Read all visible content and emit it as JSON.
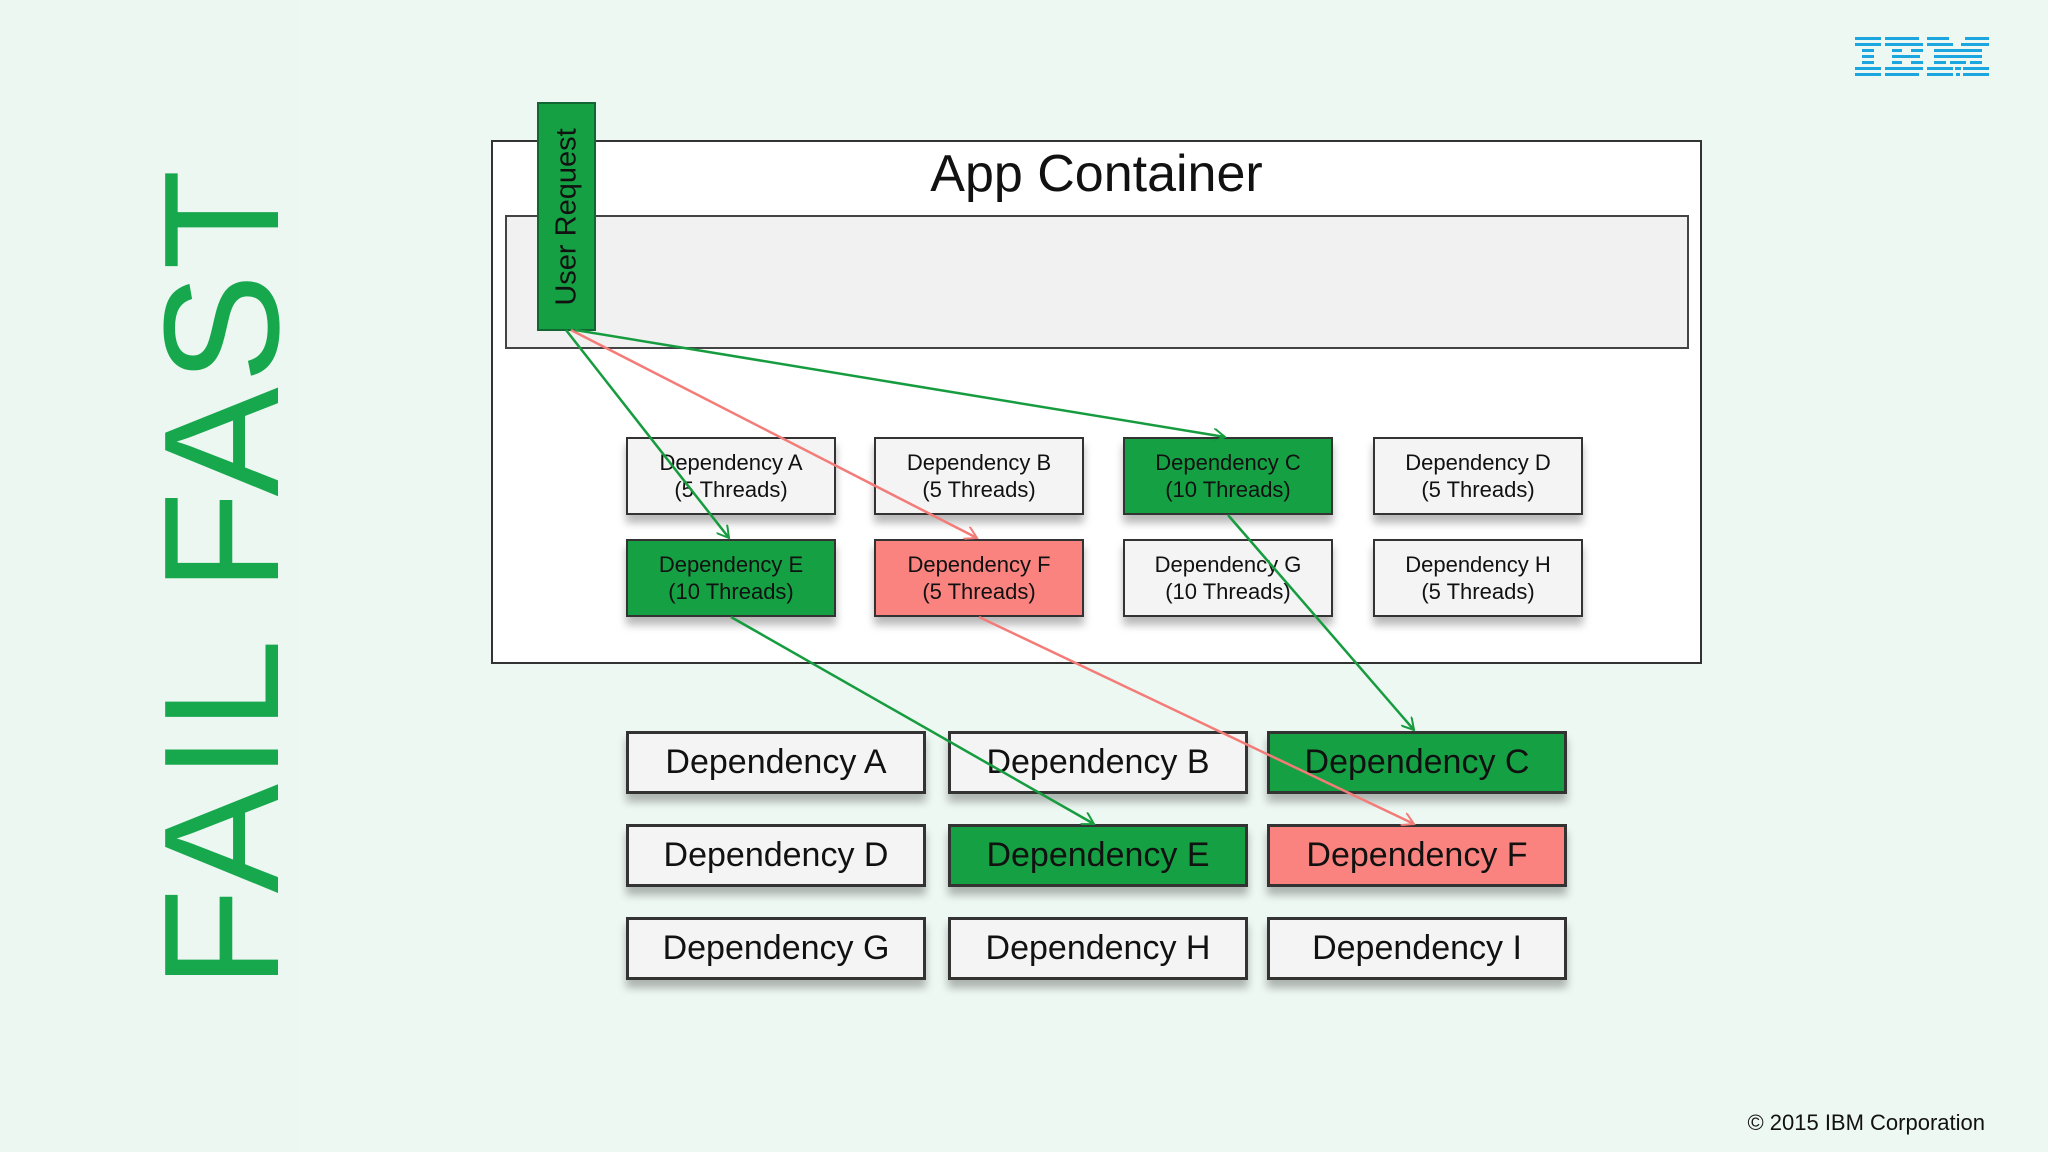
{
  "side_title": "FAIL FAST",
  "container_title": "App Container",
  "user_request": "User Request",
  "thread_pools": [
    {
      "name": "Dependency A",
      "threads": "(5 Threads)",
      "state": "white"
    },
    {
      "name": "Dependency B",
      "threads": "(5 Threads)",
      "state": "white"
    },
    {
      "name": "Dependency C",
      "threads": "(10 Threads)",
      "state": "green"
    },
    {
      "name": "Dependency D",
      "threads": "(5 Threads)",
      "state": "white"
    },
    {
      "name": "Dependency E",
      "threads": "(10 Threads)",
      "state": "green"
    },
    {
      "name": "Dependency F",
      "threads": "(5 Threads)",
      "state": "pink"
    },
    {
      "name": "Dependency G",
      "threads": "(10 Threads)",
      "state": "white"
    },
    {
      "name": "Dependency H",
      "threads": "(5 Threads)",
      "state": "white"
    }
  ],
  "dependencies": [
    {
      "name": "Dependency A",
      "state": "white"
    },
    {
      "name": "Dependency B",
      "state": "white"
    },
    {
      "name": "Dependency C",
      "state": "green"
    },
    {
      "name": "Dependency D",
      "state": "white"
    },
    {
      "name": "Dependency E",
      "state": "green"
    },
    {
      "name": "Dependency F",
      "state": "pink"
    },
    {
      "name": "Dependency G",
      "state": "white"
    },
    {
      "name": "Dependency H",
      "state": "white"
    },
    {
      "name": "Dependency I",
      "state": "white"
    }
  ],
  "logo": "IBM",
  "copyright": "© 2015 IBM Corporation",
  "colors": {
    "success": "#16a044",
    "failure": "#fa837f",
    "title": "#17a84e",
    "logo": "#1ba6e0"
  }
}
